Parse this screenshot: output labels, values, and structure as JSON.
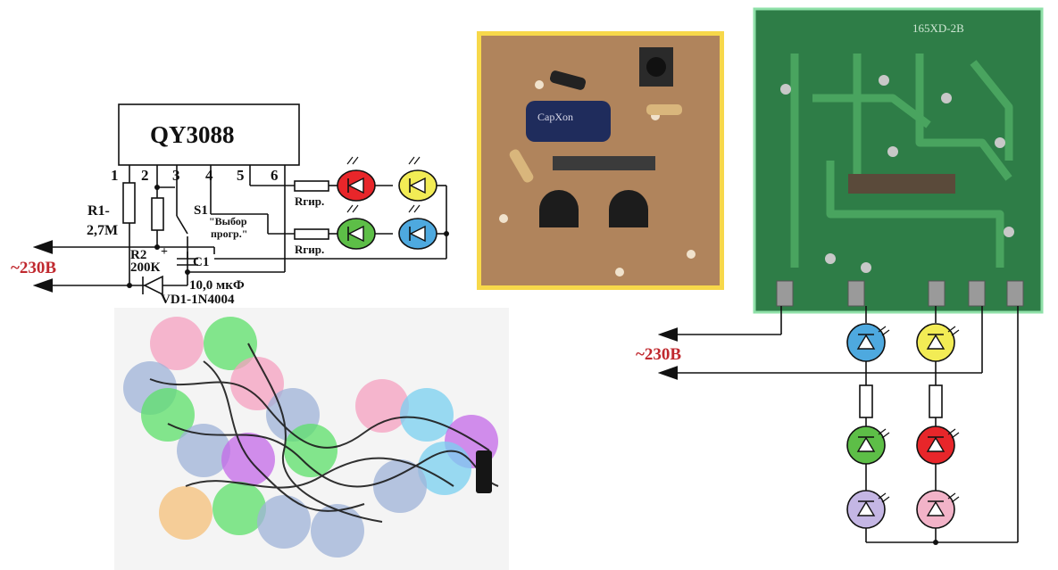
{
  "schematic": {
    "chip_label": "QY3088",
    "pins": [
      "1",
      "2",
      "3",
      "4",
      "5",
      "6"
    ],
    "r1_label": "R1-",
    "r1_value": "2,7М",
    "r2_label": "R2",
    "r2_value": "200К",
    "s1_label": "S1",
    "s1_note_line1": "\"Выбор",
    "s1_note_line2": "прогр.\"",
    "c1_label": "C1",
    "c1_value": "10,0 мкФ",
    "vd1_label": "VD1-1N4004",
    "mains_label": "~230В",
    "r_current_label": "Rгир.",
    "led_colors": [
      "#e8262a",
      "#f2ec55",
      "#5dbe47",
      "#4ea9df"
    ]
  },
  "board_top": {
    "capacitor_text": "CapXon"
  },
  "board_bottom": {
    "module_label": "165XD-2B",
    "mains_label": "~230В",
    "led_colors": [
      "#4ea9df",
      "#f2ec55",
      "#5dbe47",
      "#e8262a",
      "#c4b6e4",
      "#f2b3c8"
    ]
  },
  "photo_colors": [
    "#f5a0c0",
    "#5ce06a",
    "#9fb3d8",
    "#c46ae8",
    "#f6c07a",
    "#7ad0f0"
  ]
}
